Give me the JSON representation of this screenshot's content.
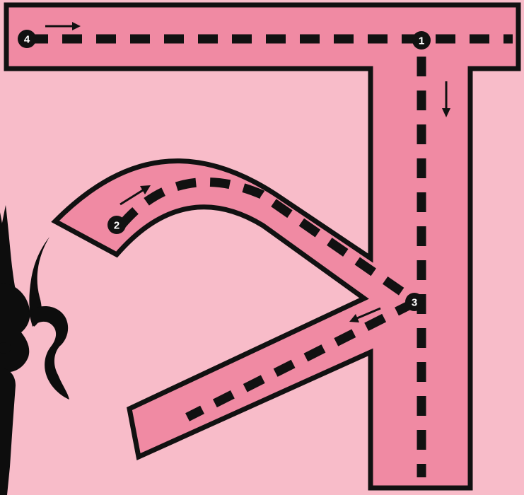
{
  "colors": {
    "background": "#F8BCC9",
    "stroke_fill": "#F08AA3",
    "outline": "#111111",
    "dash": "#111111",
    "marker_fill": "#111111",
    "marker_text": "#FFFFFF",
    "arrow": "#111111",
    "ornament": "#0D0D0D"
  },
  "steps": [
    {
      "label": "1"
    },
    {
      "label": "2"
    },
    {
      "label": "3"
    },
    {
      "label": "4"
    }
  ],
  "ornament_icon": "trishul-icon"
}
